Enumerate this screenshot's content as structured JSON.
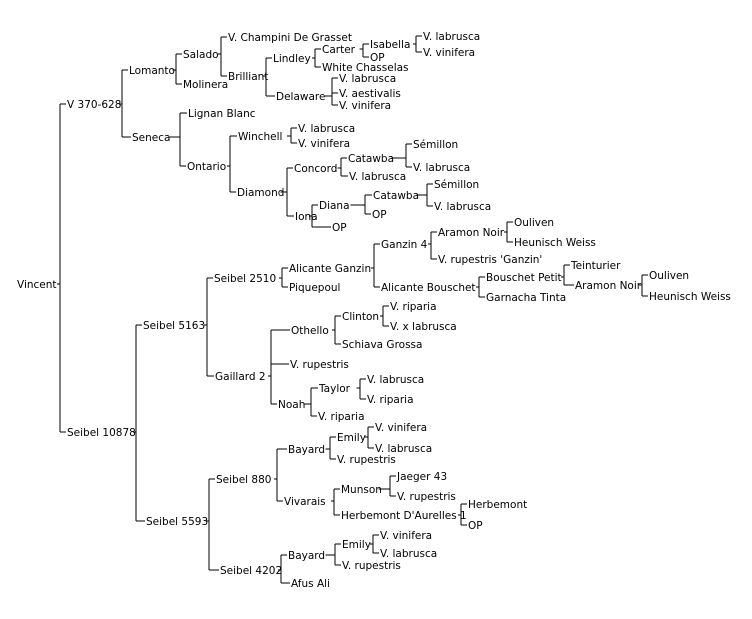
{
  "tree": {
    "name": "Vincent",
    "children": [
      {
        "name": "V 370-628",
        "children": [
          {
            "name": "Lomanto",
            "children": [
              {
                "name": "Salado",
                "children": [
                  {
                    "name": "V. Champini De Grasset"
                  },
                  {
                    "name": "Brilliant",
                    "children": [
                      {
                        "name": "Lindley",
                        "children": [
                          {
                            "name": "Carter",
                            "children": [
                              {
                                "name": "Isabella",
                                "children": [
                                  {
                                    "name": "V. labrusca"
                                  },
                                  {
                                    "name": "V. vinifera"
                                  }
                                ]
                              },
                              {
                                "name": "OP"
                              }
                            ]
                          },
                          {
                            "name": "White Chasselas"
                          }
                        ]
                      },
                      {
                        "name": "Delaware",
                        "children": [
                          {
                            "name": "V. labrusca"
                          },
                          {
                            "name": "V. aestivalis"
                          },
                          {
                            "name": "V. vinifera"
                          }
                        ]
                      }
                    ]
                  }
                ]
              },
              {
                "name": "Molinera"
              }
            ]
          },
          {
            "name": "Seneca",
            "children": [
              {
                "name": "Lignan Blanc"
              },
              {
                "name": "Ontario",
                "children": [
                  {
                    "name": "Winchell",
                    "children": [
                      {
                        "name": "V. labrusca"
                      },
                      {
                        "name": "V. vinifera"
                      }
                    ]
                  },
                  {
                    "name": "Diamond",
                    "children": [
                      {
                        "name": "Concord",
                        "children": [
                          {
                            "name": "Catawba",
                            "children": [
                              {
                                "name": "Sémillon"
                              },
                              {
                                "name": "V. labrusca"
                              }
                            ]
                          },
                          {
                            "name": "V. labrusca"
                          }
                        ]
                      },
                      {
                        "name": "Iona",
                        "children": [
                          {
                            "name": "Diana",
                            "children": [
                              {
                                "name": "Catawba",
                                "children": [
                                  {
                                    "name": "Sémillon"
                                  },
                                  {
                                    "name": "V. labrusca"
                                  }
                                ]
                              },
                              {
                                "name": "OP"
                              }
                            ]
                          },
                          {
                            "name": "OP"
                          }
                        ]
                      }
                    ]
                  }
                ]
              }
            ]
          }
        ]
      },
      {
        "name": "Seibel 10878",
        "children": [
          {
            "name": "Seibel 5163",
            "children": [
              {
                "name": "Seibel 2510",
                "children": [
                  {
                    "name": "Alicante Ganzin",
                    "children": [
                      {
                        "name": "Ganzin 4",
                        "children": [
                          {
                            "name": "Aramon Noir",
                            "children": [
                              {
                                "name": "Ouliven"
                              },
                              {
                                "name": "Heunisch Weiss"
                              }
                            ]
                          },
                          {
                            "name": "V. rupestris 'Ganzin'"
                          }
                        ]
                      },
                      {
                        "name": "Alicante Bouschet",
                        "children": [
                          {
                            "name": "Bouschet Petit",
                            "children": [
                              {
                                "name": "Teinturier"
                              },
                              {
                                "name": "Aramon Noir",
                                "children": [
                                  {
                                    "name": "Ouliven"
                                  },
                                  {
                                    "name": "Heunisch Weiss"
                                  }
                                ]
                              }
                            ]
                          },
                          {
                            "name": "Garnacha Tinta"
                          }
                        ]
                      }
                    ]
                  },
                  {
                    "name": "Piquepoul"
                  }
                ]
              },
              {
                "name": "Gaillard 2",
                "children": [
                  {
                    "name": "Othello",
                    "children": [
                      {
                        "name": "Clinton",
                        "children": [
                          {
                            "name": "V. riparia"
                          },
                          {
                            "name": "V. x labrusca"
                          }
                        ]
                      },
                      {
                        "name": "Schiava Grossa"
                      }
                    ]
                  },
                  {
                    "name": "V. rupestris"
                  },
                  {
                    "name": "Noah",
                    "children": [
                      {
                        "name": "Taylor",
                        "children": [
                          {
                            "name": "V. labrusca"
                          },
                          {
                            "name": "V. riparia"
                          }
                        ]
                      },
                      {
                        "name": "V. riparia"
                      }
                    ]
                  }
                ]
              }
            ]
          },
          {
            "name": "Seibel 5593",
            "children": [
              {
                "name": "Seibel 880",
                "children": [
                  {
                    "name": "Bayard",
                    "children": [
                      {
                        "name": "Emily",
                        "children": [
                          {
                            "name": "V. vinifera"
                          },
                          {
                            "name": "V. labrusca"
                          }
                        ]
                      },
                      {
                        "name": "V. rupestris"
                      }
                    ]
                  },
                  {
                    "name": "Vivarais",
                    "children": [
                      {
                        "name": "Munson",
                        "children": [
                          {
                            "name": "Jaeger 43"
                          },
                          {
                            "name": "V. rupestris"
                          }
                        ]
                      },
                      {
                        "name": "Herbemont D'Aurelles 1",
                        "children": [
                          {
                            "name": "Herbemont"
                          },
                          {
                            "name": "OP"
                          }
                        ]
                      }
                    ]
                  }
                ]
              },
              {
                "name": "Seibel 4202",
                "children": [
                  {
                    "name": "Bayard",
                    "children": [
                      {
                        "name": "Emily",
                        "children": [
                          {
                            "name": "V. vinifera"
                          },
                          {
                            "name": "V. labrusca"
                          }
                        ]
                      },
                      {
                        "name": "V. rupestris"
                      }
                    ]
                  },
                  {
                    "name": "Afus Ali"
                  }
                ]
              }
            ]
          }
        ]
      }
    ]
  }
}
